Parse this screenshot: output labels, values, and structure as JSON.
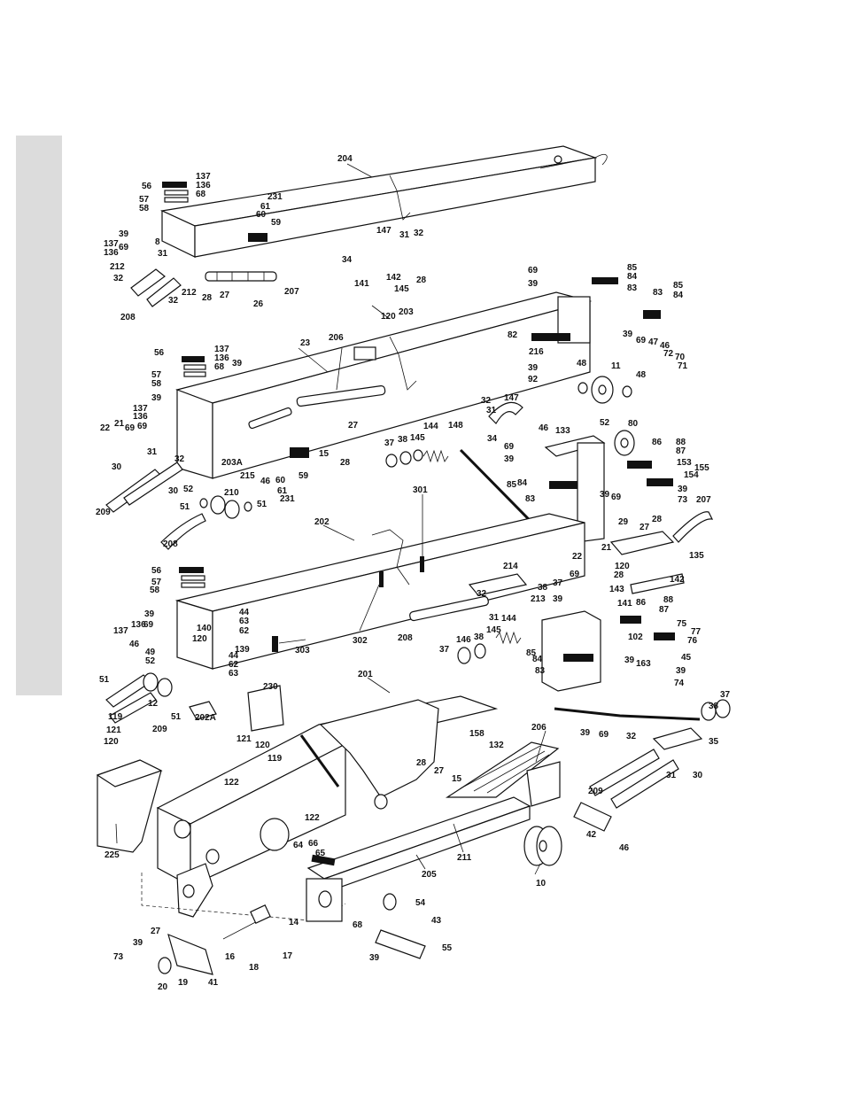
{
  "diagram": {
    "labels": [
      "204",
      "56",
      "137",
      "136",
      "68",
      "57",
      "58",
      "231",
      "61",
      "60",
      "59",
      "39",
      "8",
      "137",
      "136",
      "69",
      "147",
      "31",
      "32",
      "34",
      "212",
      "32",
      "31",
      "212",
      "208",
      "32",
      "28",
      "27",
      "26",
      "207",
      "69",
      "39",
      "85",
      "84",
      "83",
      "141",
      "142",
      "28",
      "145",
      "120",
      "203",
      "83",
      "85",
      "84",
      "82",
      "216",
      "39",
      "69",
      "47",
      "46",
      "72",
      "70",
      "71",
      "39",
      "92",
      "48",
      "11",
      "48",
      "56",
      "137",
      "136",
      "68",
      "39",
      "23",
      "206",
      "57",
      "58",
      "39",
      "137",
      "136",
      "69",
      "22",
      "21",
      "69",
      "30",
      "31",
      "32",
      "203A",
      "52",
      "215",
      "46",
      "60",
      "61",
      "231",
      "59",
      "15",
      "27",
      "28",
      "209",
      "30",
      "210",
      "51",
      "51",
      "208",
      "32",
      "31",
      "147",
      "148",
      "34",
      "144",
      "37",
      "38",
      "145",
      "46",
      "133",
      "52",
      "80",
      "69",
      "39",
      "86",
      "88",
      "87",
      "153",
      "155",
      "154",
      "85",
      "84",
      "83",
      "39",
      "69",
      "39",
      "73",
      "301",
      "207",
      "202",
      "29",
      "28",
      "27",
      "21",
      "120",
      "22",
      "135",
      "56",
      "57",
      "58",
      "214",
      "38",
      "37",
      "69",
      "28",
      "142",
      "143",
      "39",
      "141",
      "213",
      "31",
      "32",
      "208",
      "39",
      "137",
      "136",
      "69",
      "44",
      "63",
      "62",
      "140",
      "120",
      "139",
      "46",
      "49",
      "52",
      "302",
      "303",
      "144",
      "145",
      "146",
      "38",
      "37",
      "85",
      "84",
      "83",
      "86",
      "88",
      "87",
      "102",
      "75",
      "77",
      "76",
      "45",
      "39",
      "163",
      "39",
      "74",
      "51",
      "12",
      "51",
      "119",
      "209",
      "202A",
      "44",
      "62",
      "63",
      "201",
      "230",
      "121",
      "120",
      "119",
      "121",
      "120",
      "37",
      "38",
      "39",
      "69",
      "158",
      "132",
      "206",
      "32",
      "35",
      "30",
      "31",
      "209",
      "28",
      "27",
      "15",
      "122",
      "122",
      "225",
      "64",
      "66",
      "65",
      "211",
      "42",
      "46",
      "10",
      "205",
      "54",
      "68",
      "39",
      "43",
      "55",
      "14",
      "39",
      "27",
      "73",
      "16",
      "18",
      "17",
      "20",
      "19",
      "41"
    ]
  }
}
